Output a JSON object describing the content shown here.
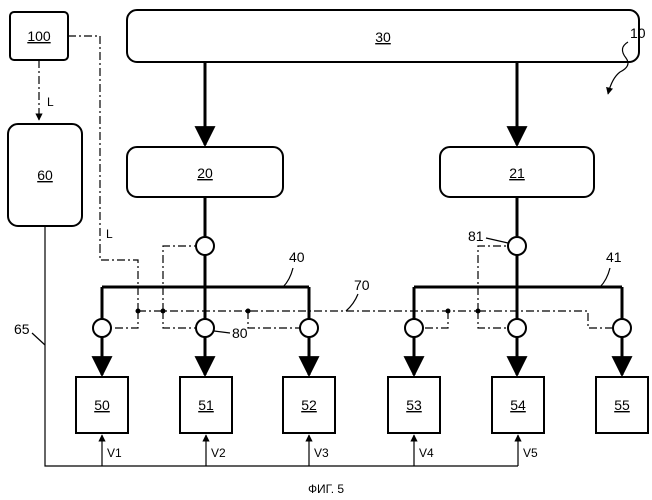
{
  "figure": {
    "caption": "ФИГ. 5",
    "ref_system": "10",
    "blocks": {
      "b100": "100",
      "b30": "30",
      "b60": "60",
      "b20": "20",
      "b21": "21",
      "b50": "50",
      "b51": "51",
      "b52": "52",
      "b53": "53",
      "b54": "54",
      "b55": "55"
    },
    "refs": {
      "r40": "40",
      "r41": "41",
      "r70": "70",
      "r80": "80",
      "r81": "81",
      "r65": "65"
    },
    "signals": {
      "L_top": "L",
      "L_side": "L",
      "v1": "V1",
      "v2": "V2",
      "v3": "V3",
      "v4": "V4",
      "v5": "V5"
    }
  }
}
